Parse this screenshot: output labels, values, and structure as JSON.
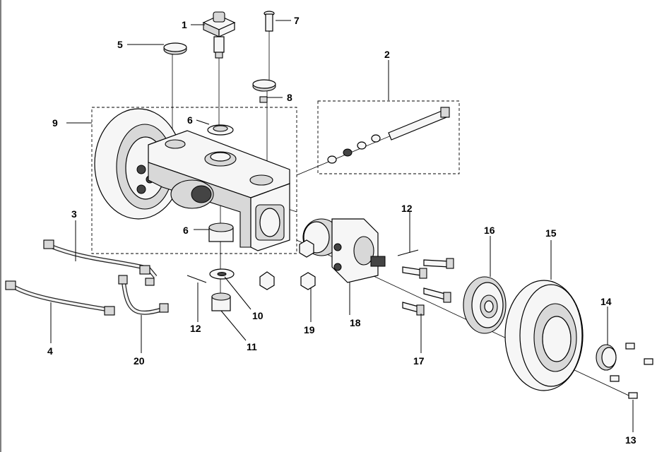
{
  "callouts": {
    "p1": "1",
    "p2": "2",
    "p3": "3",
    "p4": "4",
    "p5": "5",
    "p6a": "6",
    "p6b": "6",
    "p7": "7",
    "p8": "8",
    "p9": "9",
    "p10": "10",
    "p11": "11",
    "p12a": "12",
    "p12b": "12",
    "p13": "13",
    "p14": "14",
    "p15": "15",
    "p16": "16",
    "p17": "17",
    "p18": "18",
    "p19": "19",
    "p20": "20"
  }
}
